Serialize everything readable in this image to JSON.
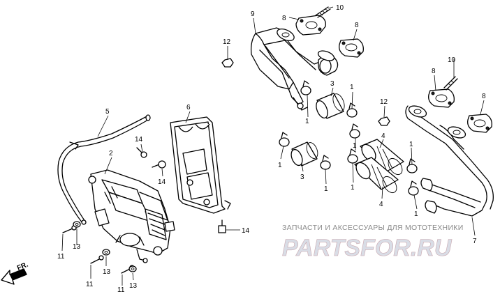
{
  "diagram": {
    "callouts": [
      {
        "id": "c1a",
        "label": "1"
      },
      {
        "id": "c1b",
        "label": "1"
      },
      {
        "id": "c1c",
        "label": "1"
      },
      {
        "id": "c1d",
        "label": "1"
      },
      {
        "id": "c1e",
        "label": "1"
      },
      {
        "id": "c1f",
        "label": "1"
      },
      {
        "id": "c1g",
        "label": "1"
      },
      {
        "id": "c1h",
        "label": "1"
      },
      {
        "id": "c2",
        "label": "2"
      },
      {
        "id": "c3a",
        "label": "3"
      },
      {
        "id": "c3b",
        "label": "3"
      },
      {
        "id": "c4a",
        "label": "4"
      },
      {
        "id": "c4b",
        "label": "4"
      },
      {
        "id": "c5",
        "label": "5"
      },
      {
        "id": "c6",
        "label": "6"
      },
      {
        "id": "c7",
        "label": "7"
      },
      {
        "id": "c8a",
        "label": "8"
      },
      {
        "id": "c8b",
        "label": "8"
      },
      {
        "id": "c8c",
        "label": "8"
      },
      {
        "id": "c8d",
        "label": "8"
      },
      {
        "id": "c9",
        "label": "9"
      },
      {
        "id": "c10a",
        "label": "10"
      },
      {
        "id": "c10b",
        "label": "10"
      },
      {
        "id": "c11a",
        "label": "11"
      },
      {
        "id": "c11b",
        "label": "11"
      },
      {
        "id": "c11c",
        "label": "11"
      },
      {
        "id": "c12a",
        "label": "12"
      },
      {
        "id": "c12b",
        "label": "12"
      },
      {
        "id": "c13a",
        "label": "13"
      },
      {
        "id": "c13b",
        "label": "13"
      },
      {
        "id": "c13c",
        "label": "13"
      },
      {
        "id": "c14a",
        "label": "14"
      },
      {
        "id": "c14b",
        "label": "14"
      },
      {
        "id": "c14c",
        "label": "14"
      }
    ],
    "direction_label": "FR."
  },
  "watermark": {
    "subtitle": "ЗАПЧАСТИ И АКСЕССУАРЫ ДЛЯ МОТОТЕХНИКИ",
    "brand": "PARTSFOR.RU"
  }
}
